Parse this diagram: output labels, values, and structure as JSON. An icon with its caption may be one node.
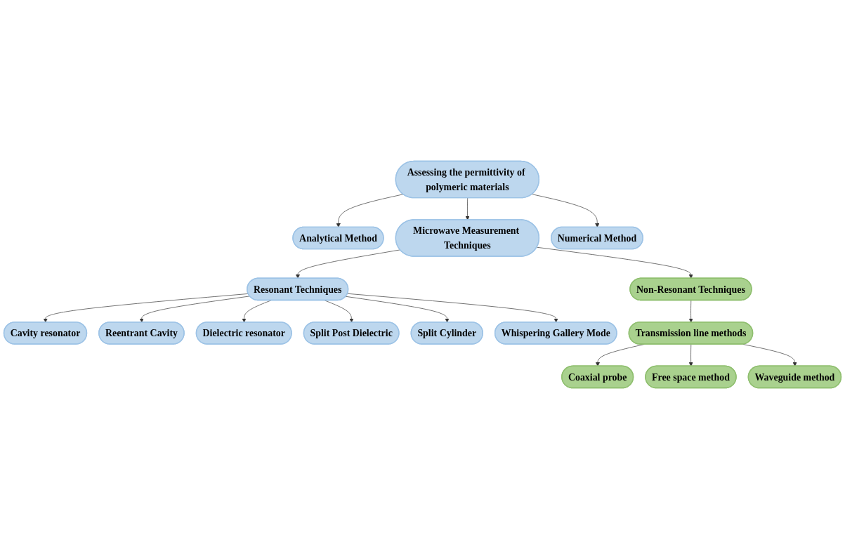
{
  "diagram": {
    "nodes": [
      {
        "text": [
          "Assessing the permittivity of polymeric materials"
        ]
      },
      {
        "text": [
          "Analytical Method"
        ]
      },
      {
        "text": [
          "Microwave Measurement Techniques"
        ]
      },
      {
        "text": [
          "Numerical Method"
        ]
      },
      {
        "text": [
          "Resonant Techniques"
        ]
      },
      {
        "text": [
          "Non-Resonant Techniques"
        ]
      },
      {
        "text": [
          "Cavity resonator"
        ]
      },
      {
        "text": [
          "Reentrant Cavity"
        ]
      },
      {
        "text": [
          "Dielectric resonator"
        ]
      },
      {
        "text": [
          "Split Post Dielectric"
        ]
      },
      {
        "text": [
          "Split Cylinder"
        ]
      },
      {
        "text": [
          "Whispering Gallery Mode"
        ]
      },
      {
        "text": [
          "Transmission line methods"
        ]
      },
      {
        "text": [
          "Free space method"
        ]
      },
      {
        "text": [
          "Coaxial probe"
        ]
      },
      {
        "text": [
          "Waveguide method"
        ]
      }
    ],
    "edges": [
      {
        "from": 0,
        "to": 1,
        "arrow": "to"
      },
      {
        "from": 0,
        "to": 2,
        "arrow": "to"
      },
      {
        "from": 0,
        "to": 3,
        "arrow": "to"
      },
      {
        "from": 2,
        "to": 4,
        "arrow": "to"
      },
      {
        "from": 2,
        "to": 5,
        "arrow": "to"
      },
      {
        "from": 4,
        "to": 6,
        "arrow": "to"
      },
      {
        "from": 4,
        "to": 9,
        "arrow": "to"
      },
      {
        "from": 4,
        "to": 7,
        "arrow": "to"
      },
      {
        "from": 4,
        "to": 11,
        "arrow": "to"
      },
      {
        "from": 4,
        "to": 8,
        "arrow": "to"
      },
      {
        "from": 4,
        "to": 10,
        "arrow": "to"
      },
      {
        "from": 5,
        "to": 12,
        "arrow": "to"
      },
      {
        "from": 12,
        "to": 14,
        "arrow": "to"
      },
      {
        "from": 12,
        "to": 13,
        "arrow": "to"
      },
      {
        "from": 12,
        "to": 15,
        "arrow": "to"
      }
    ]
  }
}
